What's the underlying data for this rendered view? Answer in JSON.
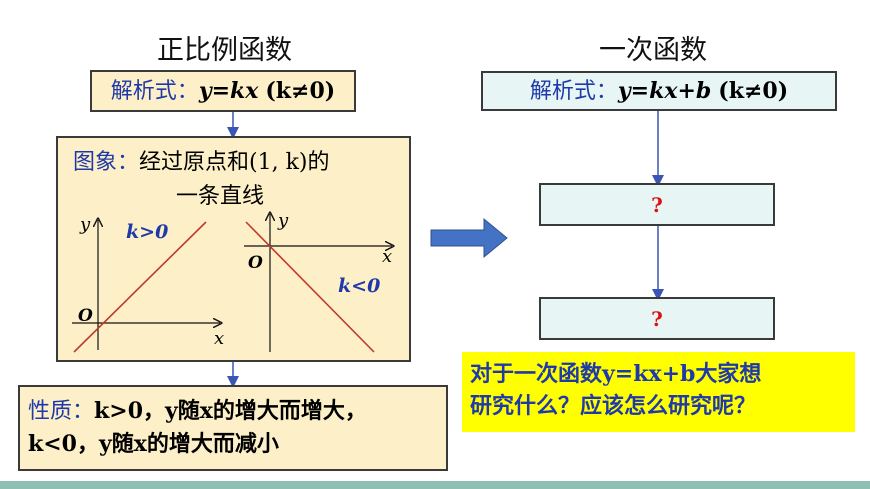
{
  "left": {
    "heading": "正比例函数",
    "formula_label": "解析式：",
    "formula_expr": "y=kx",
    "formula_cond": "(k≠0)",
    "image_label": "图象：",
    "image_text_1": "经过原点和(1, k)的",
    "image_text_2": "一条直线",
    "graph1": {
      "y_label": "y",
      "x_label": "x",
      "origin": "O",
      "case": "k>0"
    },
    "graph2": {
      "y_label": "y",
      "x_label": "x",
      "origin": "O",
      "case": "k<0"
    },
    "property_label": "性质：",
    "property_line_1": "k>0，y随x的增大而增大，",
    "property_line_2": "k<0，y随x的增大而减小"
  },
  "right": {
    "heading": "一次函数",
    "formula_label": "解析式：",
    "formula_expr": "y=kx+b",
    "formula_cond": "(k≠0)",
    "box1": "?",
    "box2": "?",
    "question_line_1": "对于一次函数y=kx+b大家想",
    "question_line_2": "研究什么？应该怎么研究呢？"
  },
  "colors": {
    "cream": "#fdf0c8",
    "mint": "#e7f6f5",
    "yellow": "#ffff00",
    "blue_text": "#1f3aa8",
    "red_line": "#c0392b",
    "arrow": "#4472c4",
    "bar": "#8fbfb2"
  }
}
